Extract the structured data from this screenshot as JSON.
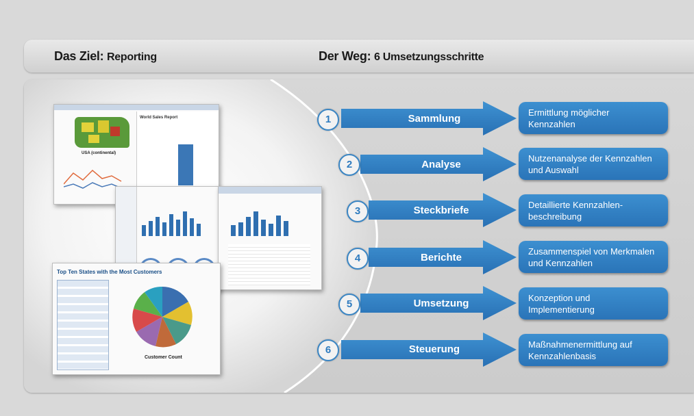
{
  "header": {
    "goal_label": "Das Ziel:",
    "goal_value": "Reporting",
    "way_label": "Der Weg:",
    "way_value": "6 Umsetzungsschritte"
  },
  "steps": [
    {
      "number": "1",
      "label": "Sammlung",
      "description": "Ermittlung möglicher Kennzahlen"
    },
    {
      "number": "2",
      "label": "Analyse",
      "description": "Nutzenanalyse der Kennzahlen und Auswahl"
    },
    {
      "number": "3",
      "label": "Steckbriefe",
      "description": "Detaillierte Kennzahlen-beschreibung"
    },
    {
      "number": "4",
      "label": "Berichte",
      "description": "Zusammenspiel von Merkmalen und Kennzahlen"
    },
    {
      "number": "5",
      "label": "Umsetzung",
      "description": "Konzeption und Implementierung"
    },
    {
      "number": "6",
      "label": "Steuerung",
      "description": "Maßnahmenermittlung auf Kennzahlenbasis"
    }
  ],
  "thumbnails": {
    "world_sales_title": "World Sales Report",
    "map_caption": "USA (continental)",
    "top_ten_title": "Top Ten States with the Most Customers",
    "pie_caption": "Customer Count"
  },
  "colors": {
    "accent_blue": "#2e7bbf",
    "panel_grey": "#d0d0d0"
  }
}
